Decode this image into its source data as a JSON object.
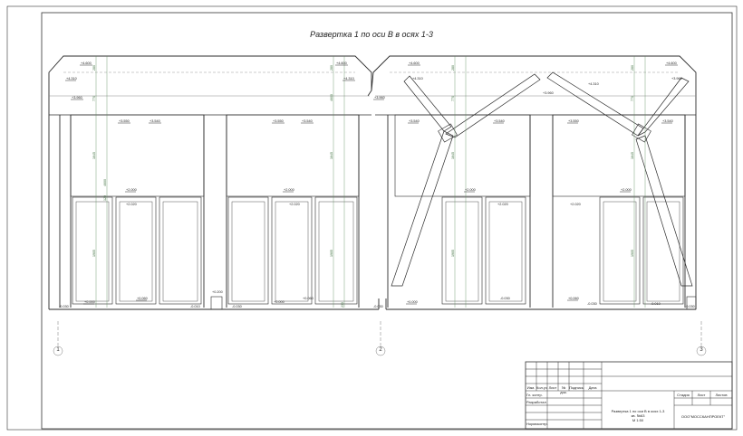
{
  "title": "Развертка 1 по оси В в осях 1-3",
  "axes": [
    "1",
    "2",
    "3"
  ],
  "elevations": {
    "top_left": "+4.600",
    "top_right": "+4.600",
    "haunch_left": "+4.310",
    "haunch_right": "+4.310",
    "upper_a": "+3.960",
    "upper_b": "+3.540",
    "ceiling_a": "+3.550",
    "ceiling_b": "+3.540",
    "door_head": "+2.000",
    "door_top": "+2.020",
    "door_top_b": "+2.000",
    "floor_a": "+0.000",
    "floor_b": "+0.060",
    "floor_c": "-0.030",
    "floor_d": "-0.010",
    "niche": "+0.200"
  },
  "dimensions": {
    "arch": "280",
    "upper": "770",
    "wall": "1645",
    "door": "1905",
    "base": "230",
    "small": "120",
    "total": "4600"
  },
  "stamp": {
    "header_cols": [
      "Изм.",
      "Кол.уч",
      "Лист",
      "№ док.",
      "Подпись",
      "Дата"
    ],
    "rows": [
      "Гл. контр.",
      "Разработал",
      "",
      "Нормоконтр."
    ],
    "stage_cols": [
      "Стадия",
      "Лист",
      "Листов"
    ],
    "title": "Развертка 1 по оси В в осях 1-3",
    "subtitle": "кв. №63",
    "scale": "М 1:50",
    "org": "ООО\"МОССКАНПРОЕКТ\""
  },
  "colors": {
    "line": "#2b2b2b",
    "thin": "#6b6b6b",
    "dim_green": "#5a8a5a"
  }
}
